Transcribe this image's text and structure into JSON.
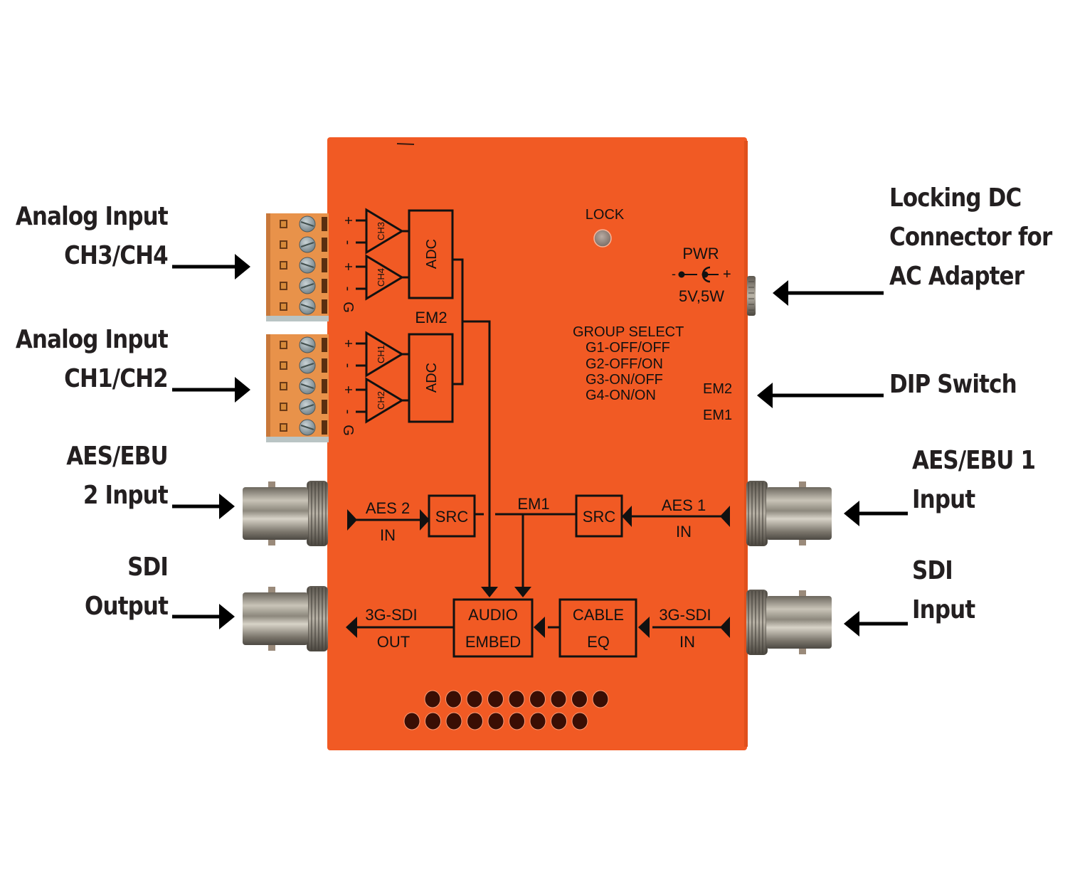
{
  "colors": {
    "enclosure": "#f15a24",
    "enclosure_edge": "#e0501c",
    "ink": "#111111",
    "terminal_block": "#e8924a",
    "bnc_metal": "#a09a8e",
    "background": "#ffffff"
  },
  "callouts": {
    "analog_ch34": [
      "Analog Input",
      "CH3/CH4"
    ],
    "analog_ch12": [
      "Analog Input",
      "CH1/CH2"
    ],
    "aes2": [
      "AES/EBU",
      "2 Input"
    ],
    "sdi_out": [
      "SDI",
      "Output"
    ],
    "dc": [
      "Locking DC",
      "Connector for",
      "AC Adapter"
    ],
    "dip": [
      "DIP Switch"
    ],
    "aes1": [
      "AES/EBU 1",
      "Input"
    ],
    "sdi_in": [
      "SDI",
      "Input"
    ]
  },
  "panel": {
    "lock_label": "LOCK",
    "pwr_label": "PWR",
    "pwr_polarity_neg": "-",
    "pwr_polarity_pos": "+",
    "pwr_rating": "5V,5W",
    "group_select": {
      "title": "GROUP SELECT",
      "options": [
        "G1-OFF/OFF",
        "G2-OFF/ON",
        "G3-ON/OFF",
        "G4-ON/ON"
      ]
    },
    "dip_labels": [
      "EM2",
      "EM1"
    ],
    "terminal_pins": [
      "+",
      "-",
      "+",
      "-",
      "G"
    ],
    "amps_top": [
      "CH3",
      "CH4"
    ],
    "amps_bottom": [
      "CH1",
      "CH2"
    ],
    "adc_label": "ADC",
    "em2_label": "EM2",
    "em1_label": "EM1",
    "src_label": "SRC",
    "aes2_in": [
      "AES 2",
      "IN"
    ],
    "aes1_in": [
      "AES 1",
      "IN"
    ],
    "sdi_out": [
      "3G-SDI",
      "OUT"
    ],
    "sdi_in": [
      "3G-SDI",
      "IN"
    ],
    "audio_embed": [
      "AUDIO",
      "EMBED"
    ],
    "cable_eq": [
      "CABLE",
      "EQ"
    ]
  }
}
